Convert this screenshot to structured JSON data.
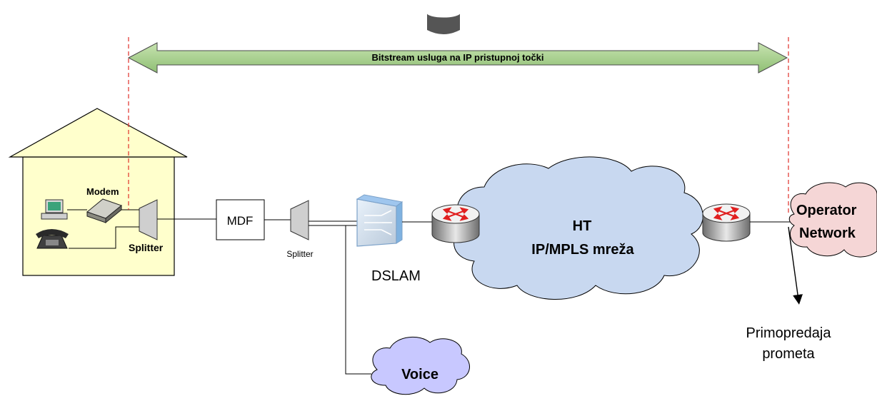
{
  "banner": {
    "label": "Bitstream usluga na IP pristupnoj točki"
  },
  "home": {
    "modem_label": "Modem",
    "splitter_label": "Splitter"
  },
  "mdf": {
    "label": "MDF"
  },
  "line_splitter": {
    "label": "Splitter"
  },
  "dslam": {
    "label": "DSLAM"
  },
  "core_network": {
    "line1": "HT",
    "line2": "IP/MPLS mreža"
  },
  "operator_network": {
    "line1": "Operator",
    "line2": "Network"
  },
  "voice": {
    "label": "Voice"
  },
  "handover": {
    "line1": "Primopredaja",
    "line2": "prometa"
  },
  "colors": {
    "house_fill": "#ffffcc",
    "banner_fill": "#a9d08e",
    "core_cloud_fill": "#c8d8f0",
    "voice_cloud_fill": "#c8c8ff",
    "operator_cloud_fill": "#f5d6d6",
    "boundary_line": "#e0302a",
    "router_arrows": "#e02020"
  }
}
